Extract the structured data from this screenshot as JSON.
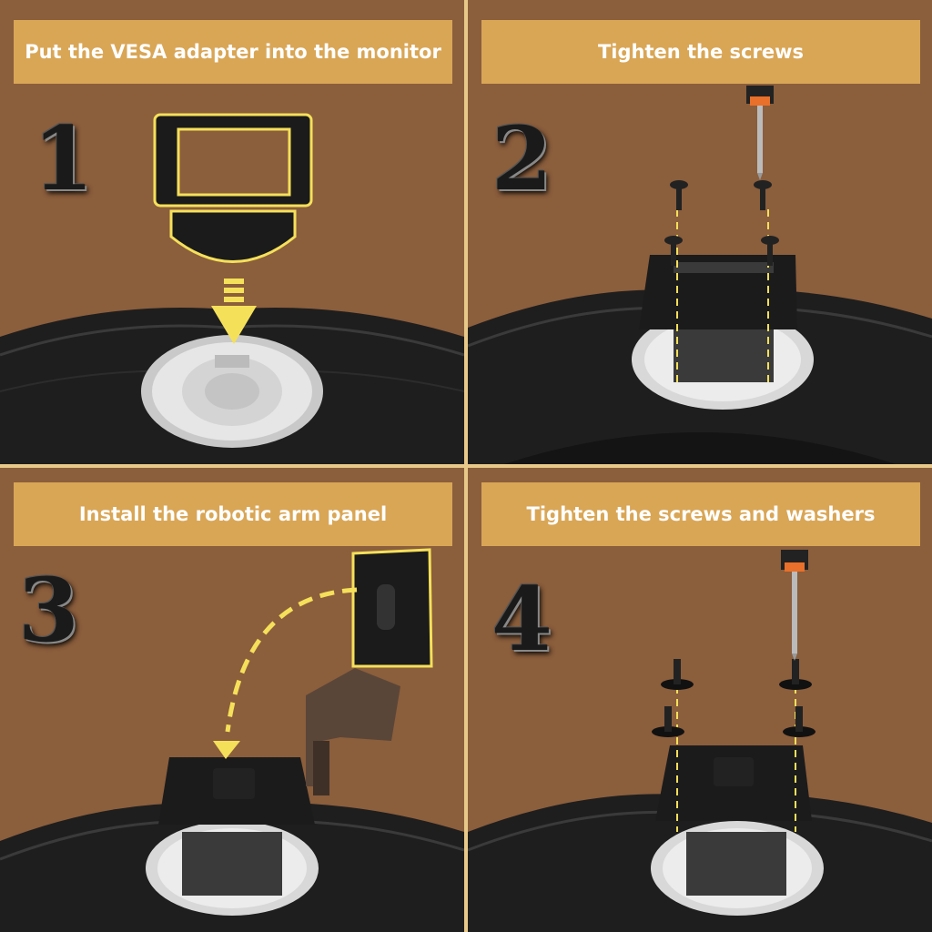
{
  "steps": [
    {
      "number": "1",
      "title": "Put the VESA adapter into the monitor"
    },
    {
      "number": "2",
      "title": "Tighten the screws"
    },
    {
      "number": "3",
      "title": "Install the robotic arm panel"
    },
    {
      "number": "4",
      "title": "Tighten the screws and washers"
    }
  ],
  "colors": {
    "background": "#8b5e3c",
    "banner": "#d9a656",
    "divider": "#e9c98a",
    "arrow": "#f5e05a",
    "monitor": "#1e1e1e",
    "ring": "#e6e6e6"
  }
}
